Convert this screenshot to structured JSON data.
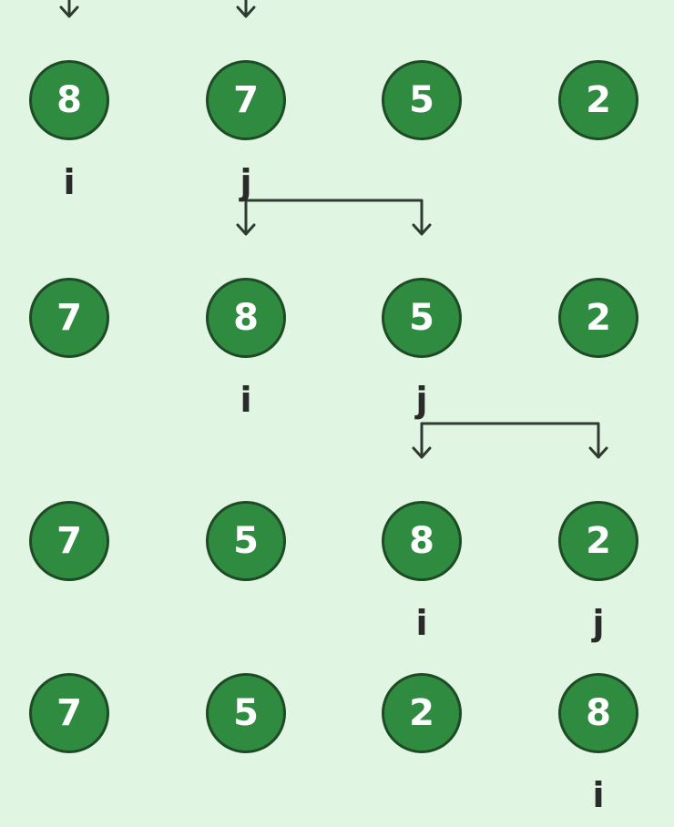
{
  "steps": [
    {
      "values": [
        "8",
        "7",
        "5",
        "2"
      ],
      "pointers": [
        {
          "label": "i",
          "index": 0
        },
        {
          "label": "j",
          "index": 1
        }
      ],
      "swap": [
        0,
        1
      ]
    },
    {
      "values": [
        "7",
        "8",
        "5",
        "2"
      ],
      "pointers": [
        {
          "label": "i",
          "index": 1
        },
        {
          "label": "j",
          "index": 2
        }
      ],
      "swap": [
        1,
        2
      ]
    },
    {
      "values": [
        "7",
        "5",
        "8",
        "2"
      ],
      "pointers": [
        {
          "label": "i",
          "index": 2
        },
        {
          "label": "j",
          "index": 3
        }
      ],
      "swap": [
        2,
        3
      ]
    },
    {
      "values": [
        "7",
        "5",
        "2",
        "8"
      ],
      "pointers": [
        {
          "label": "i",
          "index": 3
        }
      ],
      "swap": null
    }
  ],
  "colors": {
    "background": "#e1f6e2",
    "node_fill": "#2e8b40",
    "node_border": "#1f4a26",
    "node_text": "#ffffff",
    "pointer_text": "#2a2a2a",
    "arrow": "#2f3a30"
  },
  "icons": {
    "swap_arrow": "bracket-double-arrow-icon"
  }
}
